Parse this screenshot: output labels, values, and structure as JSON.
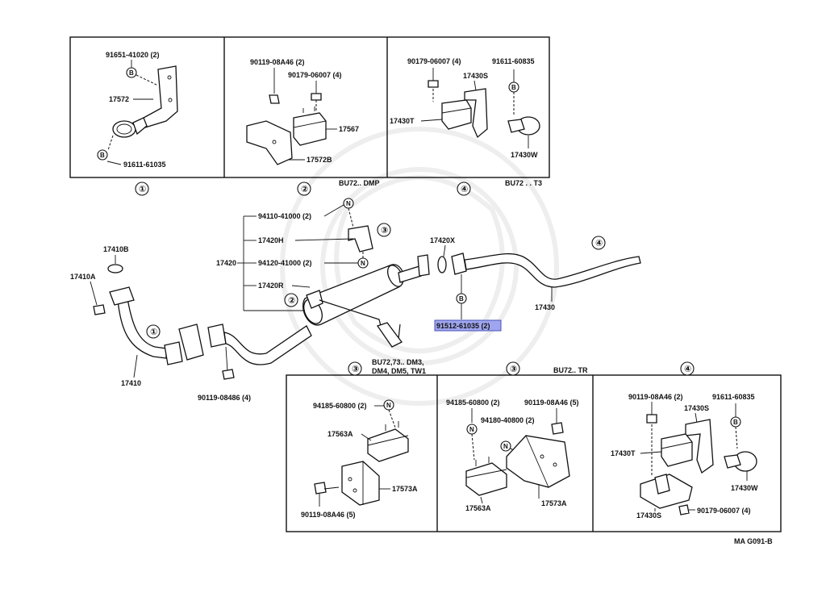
{
  "diagram": {
    "footer_code": "MA G091-B",
    "highlighted_part": "91512-61035 (2)",
    "callouts": {
      "c1": "①",
      "c2": "②",
      "c3": "③",
      "c4": "④"
    },
    "box1": {
      "labels": {
        "p1": "91651-41020 (2)",
        "p2": "17572",
        "p3": "91611-61035"
      }
    },
    "box2": {
      "variant": "BU72.. DMP",
      "labels": {
        "p1": "90119-08A46 (2)",
        "p2": "90179-06007 (4)",
        "p3": "17567",
        "p4": "17572B"
      }
    },
    "box3": {
      "variant": "BU72 . . T3",
      "labels": {
        "p1": "90179-06007 (4)",
        "p2": "91611-60835",
        "p3": "17430S",
        "p4": "17430T",
        "p5": "17430W"
      }
    },
    "main": {
      "labels": {
        "p17410B": "17410B",
        "p17410A": "17410A",
        "p17410": "17410",
        "p90119_08486": "90119-08486 (4)",
        "p94110": "94110-41000 (2)",
        "p17420H": "17420H",
        "p17420": "17420",
        "p94120": "94120-41000 (2)",
        "p17420R": "17420R",
        "p17420X": "17420X",
        "p17430": "17430"
      }
    },
    "box4": {
      "variant_line1": "BU72,73.. DM3,",
      "variant_line2": "DM4, DM5, TW1",
      "labels": {
        "p1": "94185-60800 (2)",
        "p2": "17563A",
        "p3": "17573A",
        "p4": "90119-08A46 (5)"
      }
    },
    "box5": {
      "variant": "BU72.. TR",
      "labels": {
        "p1": "94185-60800 (2)",
        "p2": "90119-08A46 (5)",
        "p3": "94180-40800 (2)",
        "p4": "17563A",
        "p5": "17573A"
      }
    },
    "box6": {
      "labels": {
        "p1": "90119-08A46 (2)",
        "p2": "91611-60835",
        "p3": "17430S",
        "p4": "17430T",
        "p5": "17430W",
        "p6": "17430S",
        "p7": "90179-06007 (4)"
      }
    },
    "letters": {
      "B": "B",
      "N": "N"
    }
  }
}
